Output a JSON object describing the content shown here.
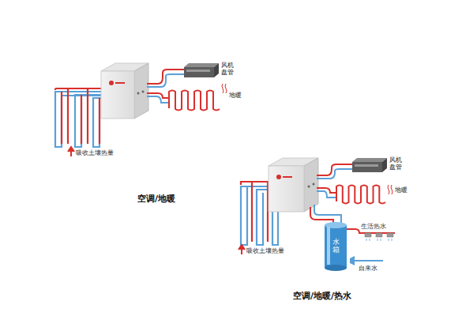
{
  "diagram": {
    "nodes": [
      {
        "text": [
          "风机盘管"
        ]
      },
      {
        "text": [
          "地暖"
        ]
      },
      {
        "text": [
          "风机盘管"
        ]
      },
      {
        "text": [
          "地暖"
        ]
      },
      {
        "text": [
          "水箱"
        ]
      }
    ],
    "labels": [
      "吸收土壤热量",
      "空调/地暖",
      "生活热水",
      "吸收土壤热量",
      "自来水",
      "空调/地暖/热水"
    ]
  }
}
